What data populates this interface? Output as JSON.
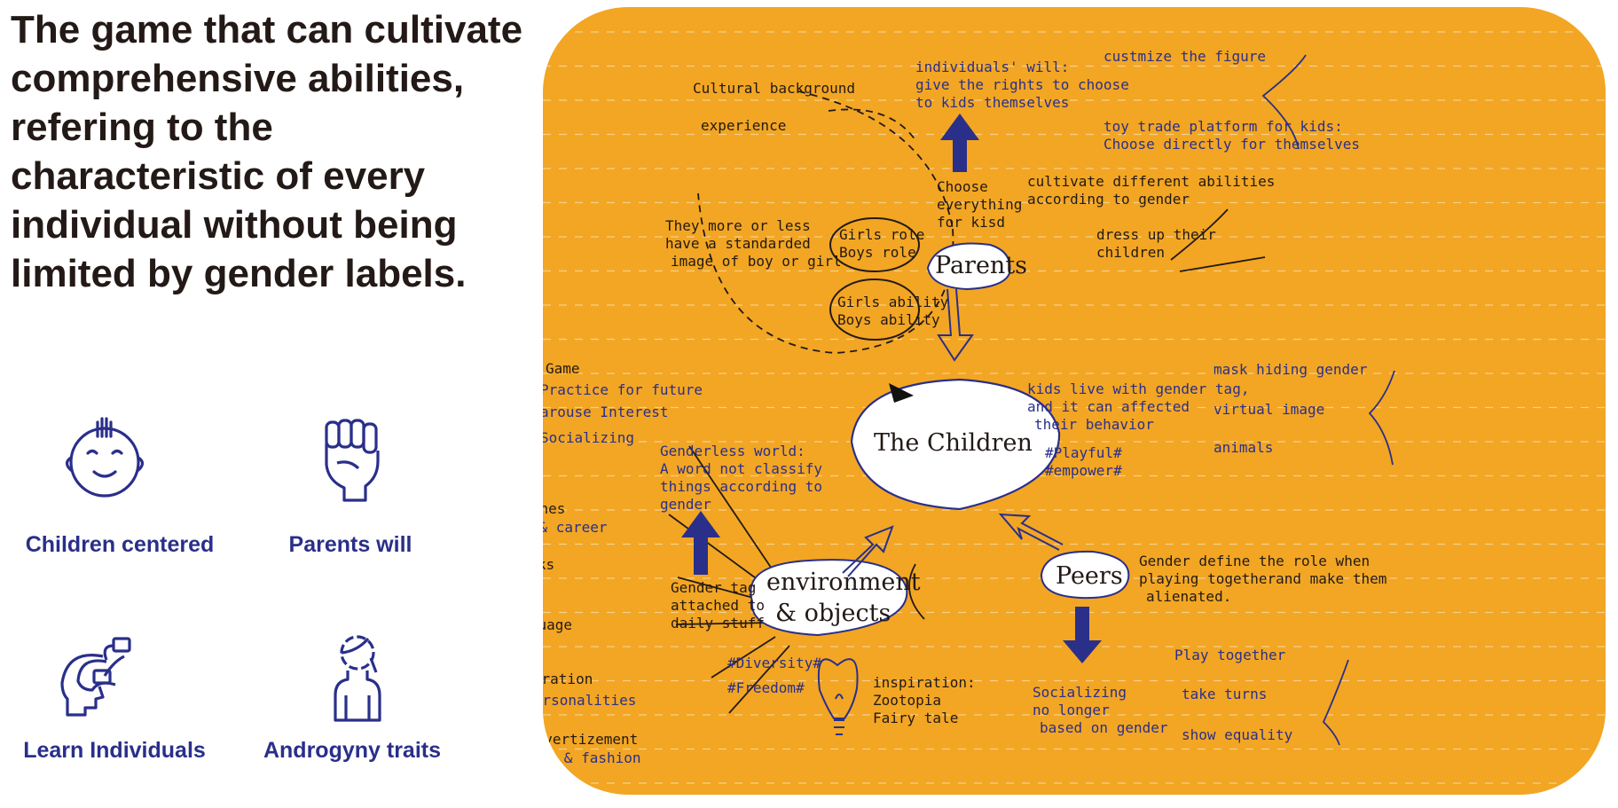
{
  "headline": "The game that can cultivate comprehensive abilities, refering to the characteristic of every individual without being limited by gender labels.",
  "features": [
    {
      "icon": "baby-face-icon",
      "label": "Children centered"
    },
    {
      "icon": "raised-fist-icon",
      "label": "Parents will"
    },
    {
      "icon": "head-with-toy-icon",
      "label": "Learn Individuals"
    },
    {
      "icon": "androgynous-person-icon",
      "label": "Androgyny traits"
    }
  ],
  "colors": {
    "board": "#f2a623",
    "accent_blue": "#2a2f8a",
    "ink": "#231916"
  },
  "mindmap": {
    "center": "The Children",
    "parents": {
      "node": "Parents",
      "cultural_background": "Cultural background",
      "experience": "experience",
      "standard_image": [
        "They more or less",
        "have a standarded",
        "image of boy or girl"
      ],
      "roles": [
        "Girls role",
        "Boys role"
      ],
      "abilities": [
        "Girls ability",
        "Boys ability"
      ],
      "choose": [
        "Choose",
        "everything",
        "for kisd"
      ],
      "will": [
        "individuals' will:",
        "give the rights to choose",
        "to kids  themselves"
      ],
      "will_branches": {
        "customize": "custmize the figure",
        "trade": [
          "toy trade platform for kids:",
          "Choose directly for themselves"
        ]
      },
      "cultivate": [
        "cultivate different  abilities",
        "according to gender"
      ],
      "dress": [
        "dress up their",
        "children"
      ]
    },
    "children_notes": {
      "gender_tag": [
        "kids live with gender tag,",
        "and it can affected",
        "their behavior"
      ],
      "tags": [
        "#Playful#",
        "#empower#"
      ],
      "solutions": [
        "mask hiding gender",
        "virtual image",
        "animals"
      ]
    },
    "environment": {
      "node": [
        "environment",
        "& objects"
      ],
      "gender_tag": [
        "Gender tag",
        "attached to",
        "daily stuff"
      ],
      "genderless": [
        "Genderless world:",
        "A word not classify",
        "things according to",
        "gender"
      ],
      "game": {
        "title": "Game",
        "items": [
          "Practice for future",
          "arouse Interest",
          "Socializing"
        ]
      },
      "clothes": {
        "title": "clothes",
        "sub": "Beauty & career"
      },
      "books": "books",
      "language": "language",
      "decoration": {
        "title": "decoration",
        "sub": "Show personalities"
      },
      "advertizement": {
        "title": "advertizement",
        "sub": "Trend & fashion"
      },
      "tags": [
        "#Diversity#",
        "#Freedom#"
      ],
      "inspiration": [
        "inspiration:",
        "Zootopia",
        "Fairy tale"
      ]
    },
    "peers": {
      "node": "Peers",
      "role": [
        "Gender define the role when",
        "playing togetherand make them",
        "alienated."
      ],
      "socializing": [
        "Socializing",
        "no longer",
        "based on gender"
      ],
      "branches": [
        "Play together",
        "take turns",
        "show equality"
      ]
    }
  }
}
